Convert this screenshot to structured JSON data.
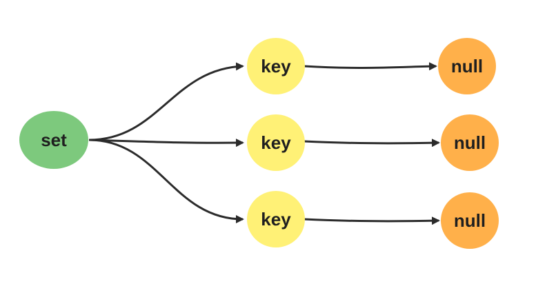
{
  "diagram": {
    "colors": {
      "set_fill": "#7dc97d",
      "key_fill": "#fff176",
      "null_fill": "#ffb04a",
      "edge": "#2b2b2b",
      "text": "#1f1f1f"
    },
    "nodes": {
      "set": {
        "label": "set"
      },
      "key_1": {
        "label": "key"
      },
      "key_2": {
        "label": "key"
      },
      "key_3": {
        "label": "key"
      },
      "null_1": {
        "label": "null"
      },
      "null_2": {
        "label": "null"
      },
      "null_3": {
        "label": "null"
      }
    },
    "edges": [
      {
        "from": "set",
        "to": "key_1"
      },
      {
        "from": "set",
        "to": "key_2"
      },
      {
        "from": "set",
        "to": "key_3"
      },
      {
        "from": "key_1",
        "to": "null_1"
      },
      {
        "from": "key_2",
        "to": "null_2"
      },
      {
        "from": "key_3",
        "to": "null_3"
      }
    ]
  }
}
